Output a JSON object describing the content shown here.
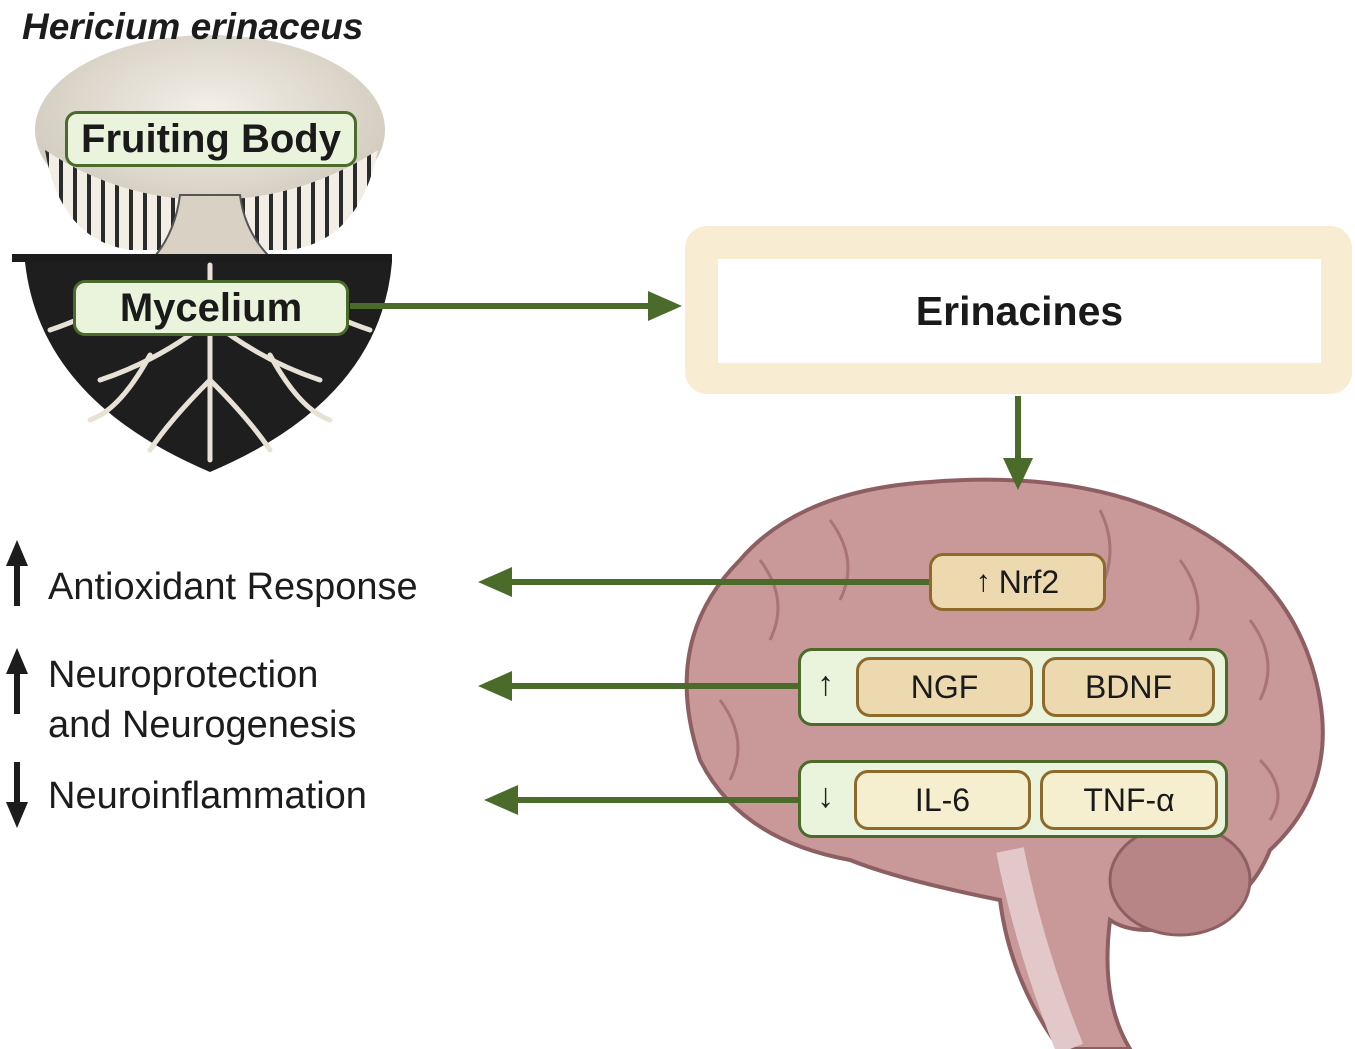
{
  "title": "Hericium erinaceus",
  "mushroom": {
    "fruiting_body_label": "Fruiting Body",
    "mycelium_label": "Mycelium"
  },
  "compound": {
    "label": "Erinacines"
  },
  "outcomes": [
    {
      "direction": "up",
      "label": "Antioxidant Response"
    },
    {
      "direction": "up",
      "label_line1": "Neuroprotection",
      "label_line2": "and Neurogenesis"
    },
    {
      "direction": "down",
      "label": "Neuroinflammation"
    }
  ],
  "markers": {
    "nrf2": {
      "direction": "up",
      "label": "Nrf2"
    },
    "growth_factors": {
      "direction": "up",
      "items": [
        "NGF",
        "BDNF"
      ]
    },
    "cytokines": {
      "direction": "down",
      "items": [
        "IL-6",
        "TNF-α"
      ]
    }
  },
  "colors": {
    "connector": "#4a6b2a",
    "pill_fill": "#eaf4dc",
    "erinacines_frame": "#f8ecd3",
    "brain": "#c9999a",
    "chip_tan": "#ecd9b0",
    "chip_cream": "#f6efcf"
  }
}
